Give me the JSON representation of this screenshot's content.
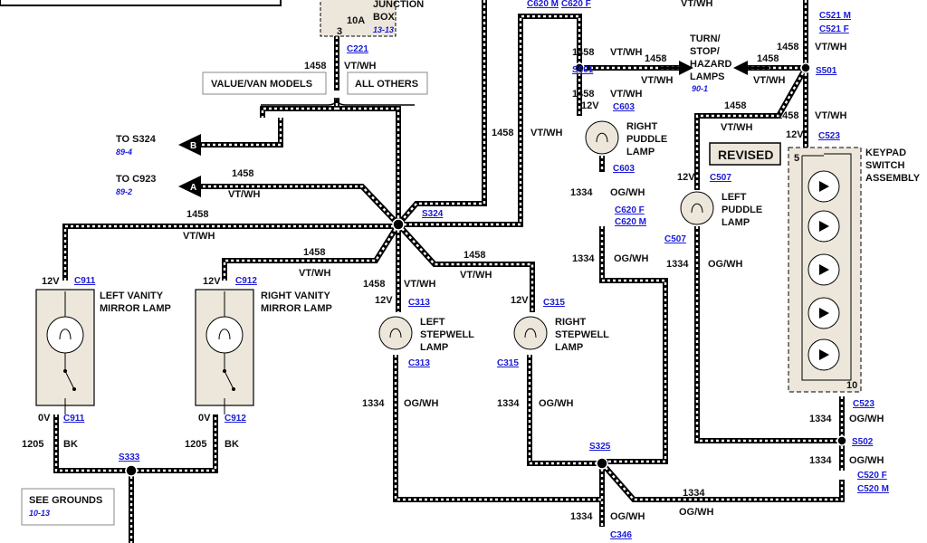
{
  "top": {
    "junction_box": "JUNCTION",
    "junction_box2": "BOX",
    "junction_ref": "13-13",
    "fuse": "10A",
    "fuse_pin": "3",
    "c221": "C221",
    "c620m": "C620 M",
    "c620f": "C620 F",
    "vt_wh_top": "VT/WH",
    "c521m": "C521 M",
    "c521f": "C521 F"
  },
  "options": {
    "value_van": "VALUE/VAN MODELS",
    "all_others": "ALL OTHERS"
  },
  "splices": {
    "s324": "S324",
    "s333": "S333",
    "s325": "S325",
    "s502": "S502",
    "s501": "S501",
    "s601": "S601"
  },
  "wires": {
    "c1458": "1458",
    "vtwh": "VT/WH",
    "c1334": "1334",
    "ogwh": "OG/WH",
    "c1205": "1205",
    "bk": "BK"
  },
  "offpage": {
    "to_s324": "TO S324",
    "s324_ref": "89-4",
    "to_c923": "TO C923",
    "c923_ref": "89-2",
    "b": "B",
    "a": "A"
  },
  "components": {
    "left_vanity_1": "LEFT VANITY",
    "left_vanity_2": "MIRROR LAMP",
    "right_vanity_1": "RIGHT VANITY",
    "right_vanity_2": "MIRROR LAMP",
    "left_step_1": "LEFT",
    "left_step_2": "STEPWELL",
    "left_step_3": "LAMP",
    "right_step_1": "RIGHT",
    "right_step_2": "STEPWELL",
    "right_step_3": "LAMP",
    "right_puddle_1": "RIGHT",
    "right_puddle_2": "PUDDLE",
    "right_puddle_3": "LAMP",
    "left_puddle_1": "LEFT",
    "left_puddle_2": "PUDDLE",
    "left_puddle_3": "LAMP",
    "turn_1": "TURN/",
    "turn_2": "STOP/",
    "turn_3": "HAZARD",
    "turn_4": "LAMPS",
    "turn_ref": "90-1",
    "keypad_1": "KEYPAD",
    "keypad_2": "SWITCH",
    "keypad_3": "ASSEMBLY",
    "keypad_pin5": "5",
    "keypad_pin10": "10",
    "revised": "REVISED",
    "see_grounds": "SEE GROUNDS",
    "grounds_ref": "10-13"
  },
  "connectors": {
    "c911": "C911",
    "c912": "C912",
    "c313": "C313",
    "c315": "C315",
    "c603": "C603",
    "c507": "C507",
    "c523": "C523",
    "c620f": "C620 F",
    "c620m": "C620 M",
    "c520f": "C520 F",
    "c520m": "C520 M",
    "c346": "C346"
  },
  "volts": {
    "v12": "12V",
    "v0": "0V"
  }
}
